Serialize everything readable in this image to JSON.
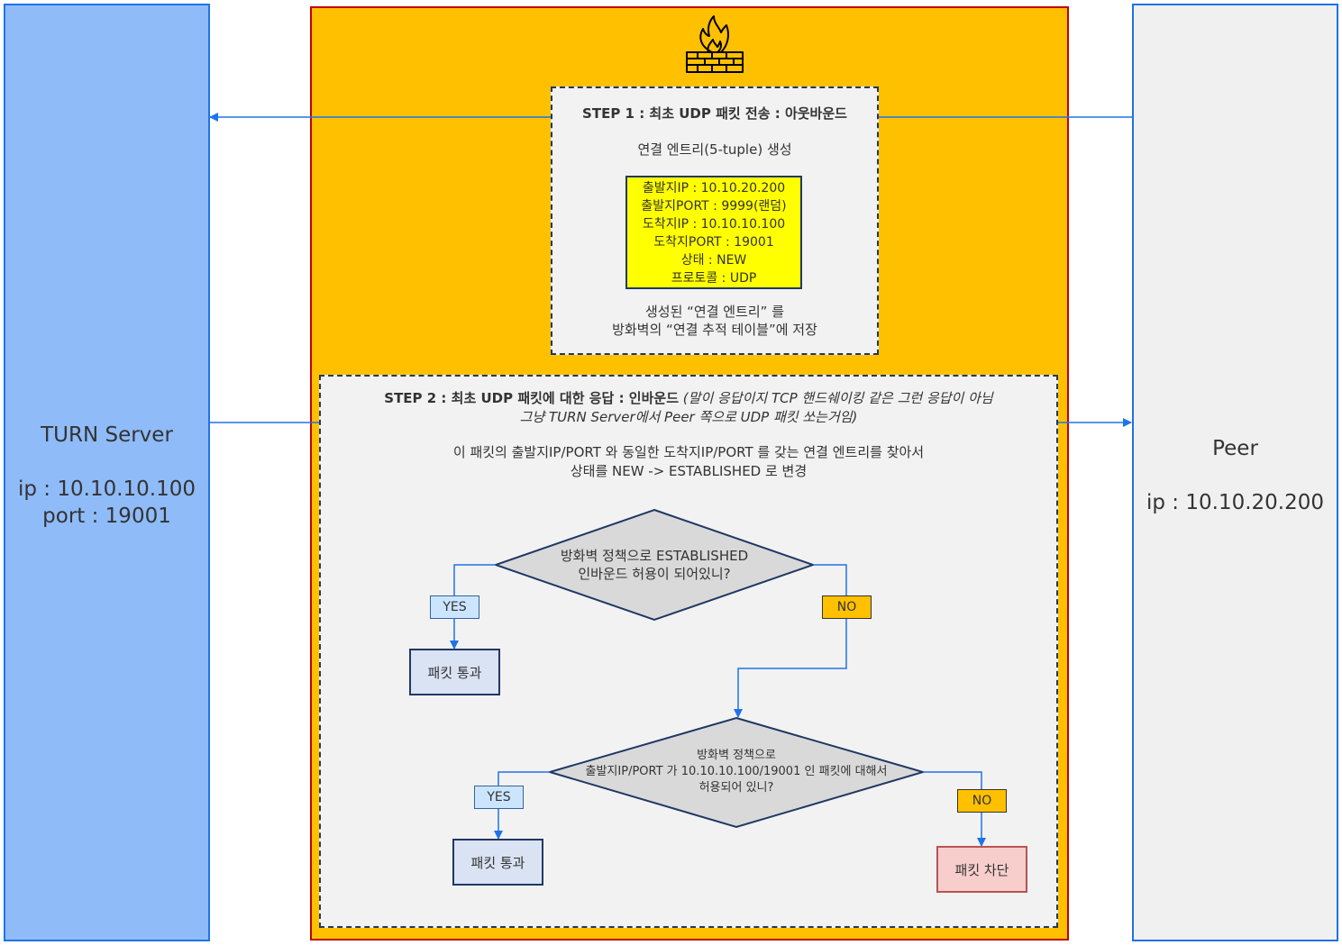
{
  "turn_server": {
    "name": "TURN Server",
    "ip": "ip : 10.10.10.100",
    "port": "port : 19001"
  },
  "peer": {
    "name": "Peer",
    "ip": "ip : 10.10.20.200"
  },
  "firewall": {
    "icon": "firewall-icon",
    "step1": {
      "title": "STEP 1 : 최초 UDP 패킷 전송 : 아웃바운드",
      "subtitle": "연결 엔트리(5-tuple) 생성",
      "tuple": [
        "출발지IP : 10.10.20.200",
        "출발지PORT : 9999(랜덤)",
        "도착지IP : 10.10.10.100",
        "도착지PORT : 19001",
        "상태 : NEW",
        "프로토콜 : UDP"
      ],
      "note_line1": "생성된 “연결 엔트리” 를",
      "note_line2": "방화벽의 “연결 추적 테이블”에 저장"
    },
    "step2": {
      "title": "STEP 2 : 최초 UDP 패킷에 대한 응답 : 인바운드",
      "remark_line1": "(말이 응답이지 TCP 핸드쉐이킹 같은 그런 응답이 아님",
      "remark_line2": "그냥 TURN Server에서 Peer 쪽으로 UDP 패킷 쏘는거임)",
      "desc_line1": "이 패킷의 출발지IP/PORT 와 동일한 도착지IP/PORT 를 갖는 연결 엔트리를 찾아서",
      "desc_line2": "상태를 NEW -> ESTABLISHED 로 변경",
      "decision1_line1": "방화벽 정책으로 ESTABLISHED",
      "decision1_line2": "인바운드 허용이 되어있니?",
      "decision2_line1": "방화벽 정책으로",
      "decision2_line2": "출발지IP/PORT 가 10.10.10.100/19001 인 패킷에 대해서",
      "decision2_line3": "허용되어 있니?",
      "yes": "YES",
      "no": "NO",
      "pass": "패킷 통과",
      "block": "패킷 차단"
    }
  },
  "colors": {
    "turn_fill": "#8fbbf9",
    "firewall_fill": "#ffc000",
    "tuple_fill": "#ffff00",
    "arrow": "#1e73e8"
  }
}
